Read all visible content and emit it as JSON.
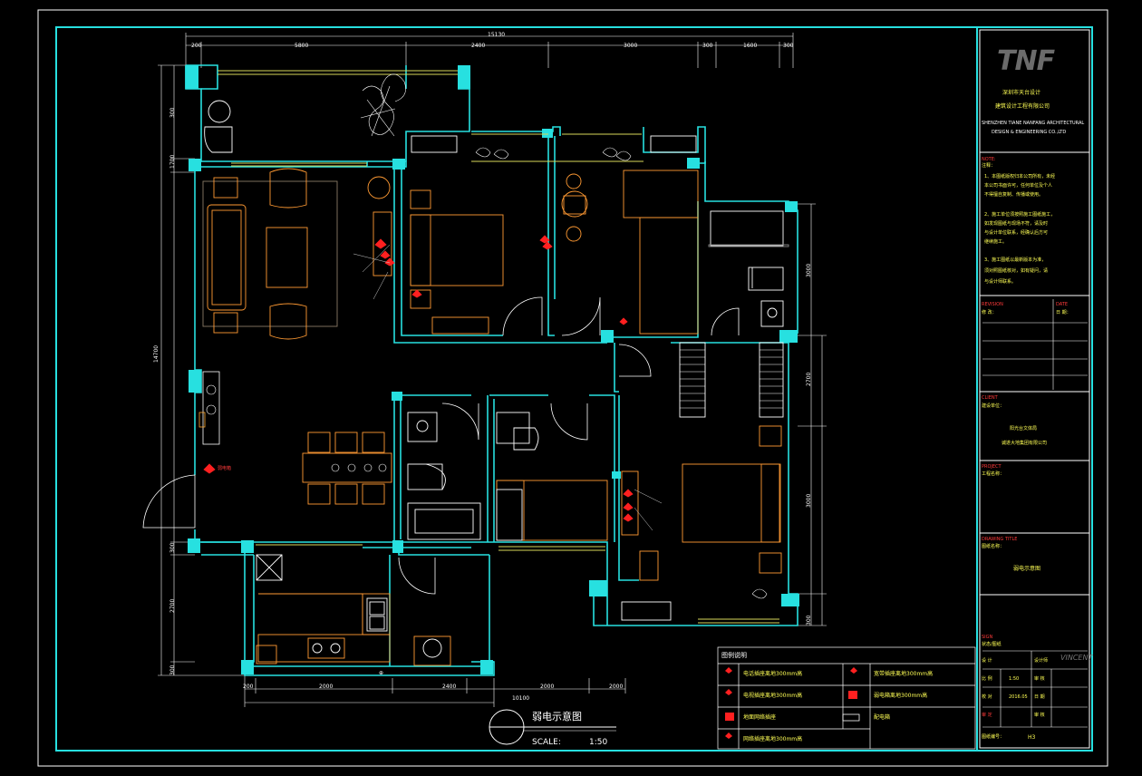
{
  "drawing": {
    "title": "弱电示意图",
    "scale_label": "SCALE:",
    "scale_value": "1:50"
  },
  "company": {
    "logo": "TNF",
    "name_cn_1": "深圳市天台设计",
    "name_cn_2": "建筑设计工程有限公司",
    "name_en_1": "SHENZHEN TIANE NANFANG ARCHITECTURAL",
    "name_en_2": "DESIGN & ENGINEERING CO.,LTD"
  },
  "notes": {
    "header": "NOTE:",
    "label": "注释：",
    "lines": [
      "1、本图纸版权归本公司所有，未经",
      "本公司书面许可，任何单位及个人",
      "不得擅自复制、传播或使用。",
      "2、施工单位须按照施工图纸施工，",
      "如发现图纸与现场不符，请及时",
      "与设计单位联系，经确认后方可",
      "继续施工。",
      "3、施工图纸以最新版本为准，",
      "须对照图纸核对，如有疑问，请",
      "与设计师联系。"
    ]
  },
  "revision": {
    "header": "REVISION",
    "version_label": "修 改：",
    "date_header": "DATE",
    "date_label": "日 期："
  },
  "client": {
    "header": "CLIENT",
    "label": "建设单位：",
    "line1": "阳光台文体局",
    "line2": "诚遂大地集团有限公司"
  },
  "project": {
    "header": "PROJECT",
    "label": "工程名称："
  },
  "drawing_title_block": {
    "header": "DRAWING TITLE",
    "label": "图纸名称：",
    "value": "弱电示意图"
  },
  "sign_block": {
    "header": "SIGN",
    "status_label": "状态/图纸",
    "design_label": "设 计",
    "design_value": "设计师",
    "scale_label": "比 例",
    "scale_value": "1:50",
    "check_label": "审 核",
    "check_value": "校 对",
    "date_label": "日 期",
    "date_value": "2016.05",
    "approve_label": "审 定",
    "approve_value": "审 核",
    "number_label": "图纸编号：",
    "number_value": "H3",
    "signature_vincent": "VINCENT"
  },
  "legend": {
    "header": "图例说明",
    "items": [
      {
        "symbol": "red-tv-outlet-icon",
        "text": "电话插座离地300mm高"
      },
      {
        "symbol": "red-network-outlet-icon",
        "text": "宽带插座离地300mm高"
      },
      {
        "symbol": "red-phone-outlet-icon",
        "text": "电视插座离地300mm高"
      },
      {
        "symbol": "red-panel-icon",
        "text": "弱电箱离地300mm高"
      },
      {
        "symbol": "red-box-icon",
        "text": "地面网络插座"
      },
      {
        "symbol": "white-dist-icon",
        "text": "配电箱"
      },
      {
        "symbol": "red-net-tv-icon",
        "text": "网络插座离地300mm高"
      }
    ]
  },
  "dimensions": {
    "top_total": "15130",
    "top": [
      "200",
      "5800",
      "2400",
      "3000",
      "300",
      "1600",
      "300"
    ],
    "bottom_total": "10100",
    "bottom": [
      "200",
      "2000",
      "2400",
      "2000",
      "2000"
    ],
    "left_total": "14700",
    "left": [
      "300",
      "1700",
      "300",
      "2700",
      "300"
    ],
    "right": [
      "3000",
      "2700",
      "3000",
      "300"
    ]
  },
  "labels": {
    "entry_mark": "弱电箱",
    "symbol_text": "⊕"
  },
  "colors": {
    "frame": "#27e0e0",
    "wall": "#27e0e0",
    "furniture": "#ff9a33",
    "fixture": "#ffffff",
    "electrical": "#ff2020",
    "dimension": "#ffffff",
    "accent_yellow": "#ffff66"
  }
}
